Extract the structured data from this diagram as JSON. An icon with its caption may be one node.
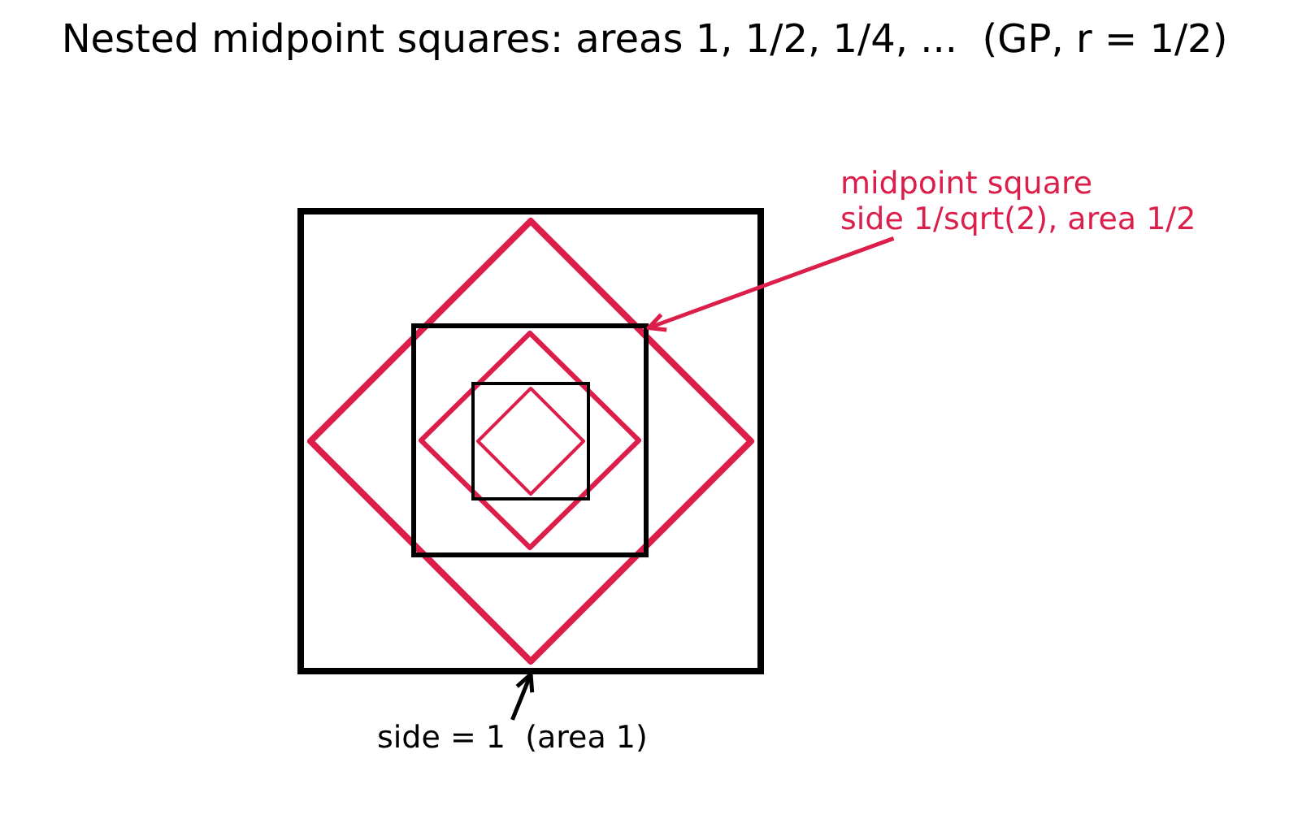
{
  "diagram": {
    "title": "Nested midpoint squares: areas 1, 1/2, 1/4, ...  (GP, r = 1/2)",
    "nodes": [
      {
        "text": [],
        "shape": "box"
      },
      {
        "text": [],
        "shape": "diamond",
        "in": 0
      },
      {
        "text": [],
        "shape": "box",
        "in": 1
      },
      {
        "text": [],
        "shape": "diamond",
        "in": 2
      },
      {
        "text": [],
        "shape": "box",
        "in": 3
      },
      {
        "text": [],
        "shape": "diamond",
        "in": 4
      },
      {
        "text": [
          "midpoint square",
          "side 1/sqrt(2), area 1/2"
        ]
      },
      {
        "text": [
          "side = 1  (area 1)"
        ]
      }
    ],
    "edges": [
      {
        "from": 6,
        "to": 1,
        "arrow": "to",
        "color": "#dc1e4b"
      },
      {
        "from": 7,
        "to": 0,
        "arrow": "to",
        "color": "#000000"
      }
    ]
  }
}
